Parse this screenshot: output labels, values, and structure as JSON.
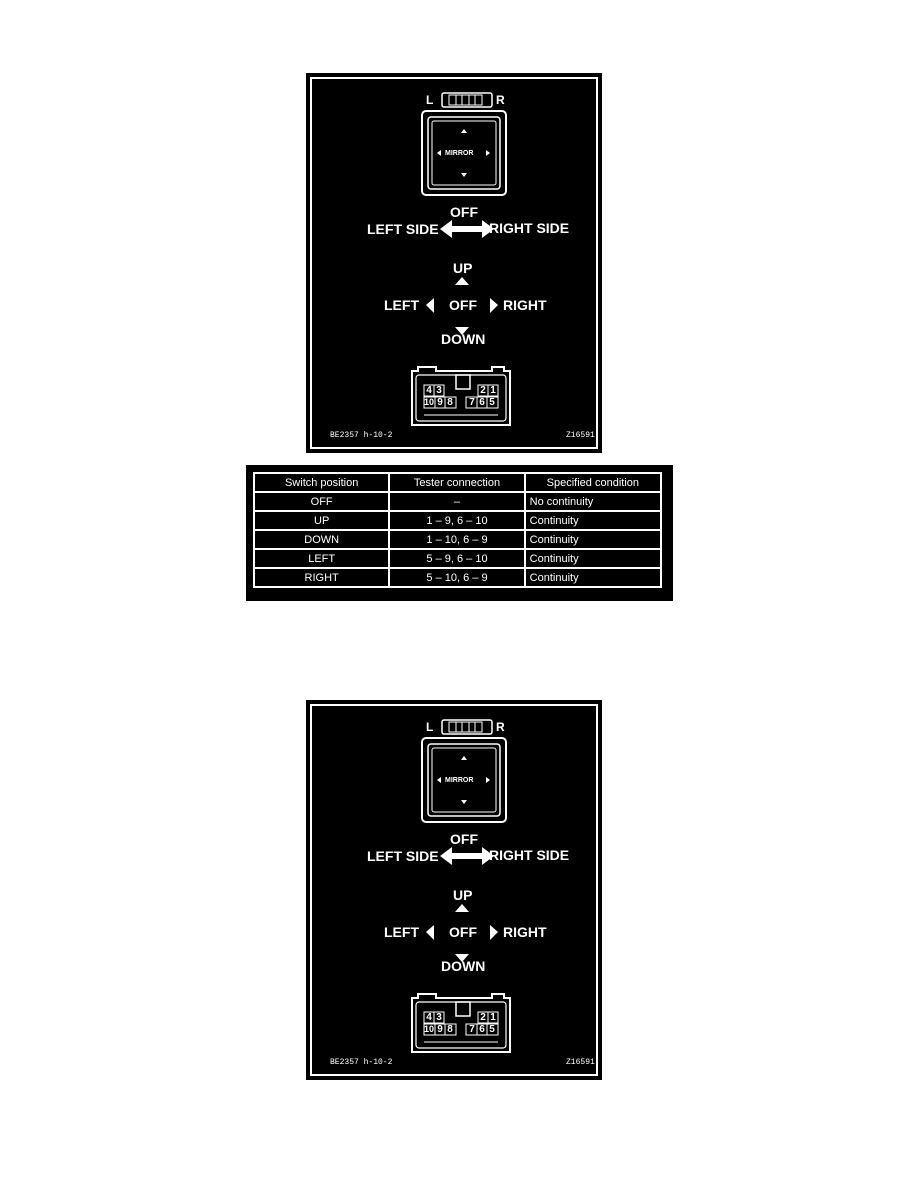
{
  "diagrams": [
    {
      "labels": {
        "l": "L",
        "r": "R",
        "mirror": "MIRROR",
        "off_top": "OFF",
        "left_side": "LEFT SIDE",
        "right_side": "RIGHT SIDE",
        "up": "UP",
        "left": "LEFT",
        "off_mid": "OFF",
        "right": "RIGHT",
        "down": "DOWN",
        "code_left": "BE2357 h-10-2",
        "code_right": "Z16591",
        "pins": [
          "4",
          "3",
          "2",
          "1",
          "10",
          "9",
          "8",
          "7",
          "6",
          "5"
        ]
      }
    },
    {
      "labels": {
        "l": "L",
        "r": "R",
        "mirror": "MIRROR",
        "off_top": "OFF",
        "left_side": "LEFT SIDE",
        "right_side": "RIGHT SIDE",
        "up": "UP",
        "left": "LEFT",
        "off_mid": "OFF",
        "right": "RIGHT",
        "down": "DOWN",
        "code_left": "BE2357 h-10-2",
        "code_right": "Z16591",
        "pins": [
          "4",
          "3",
          "2",
          "1",
          "10",
          "9",
          "8",
          "7",
          "6",
          "5"
        ]
      }
    }
  ],
  "table": {
    "headers": [
      "Switch position",
      "Tester connection",
      "Specified  condition"
    ],
    "rows": [
      [
        "OFF",
        "–",
        "No continuity"
      ],
      [
        "UP",
        "1 – 9,  6 – 10",
        "Continuity"
      ],
      [
        "DOWN",
        "1 – 10,  6 – 9",
        "Continuity"
      ],
      [
        "LEFT",
        "5 – 9,  6 – 10",
        "Continuity"
      ],
      [
        "RIGHT",
        "5 – 10,  6 – 9",
        "Continuity"
      ]
    ]
  }
}
